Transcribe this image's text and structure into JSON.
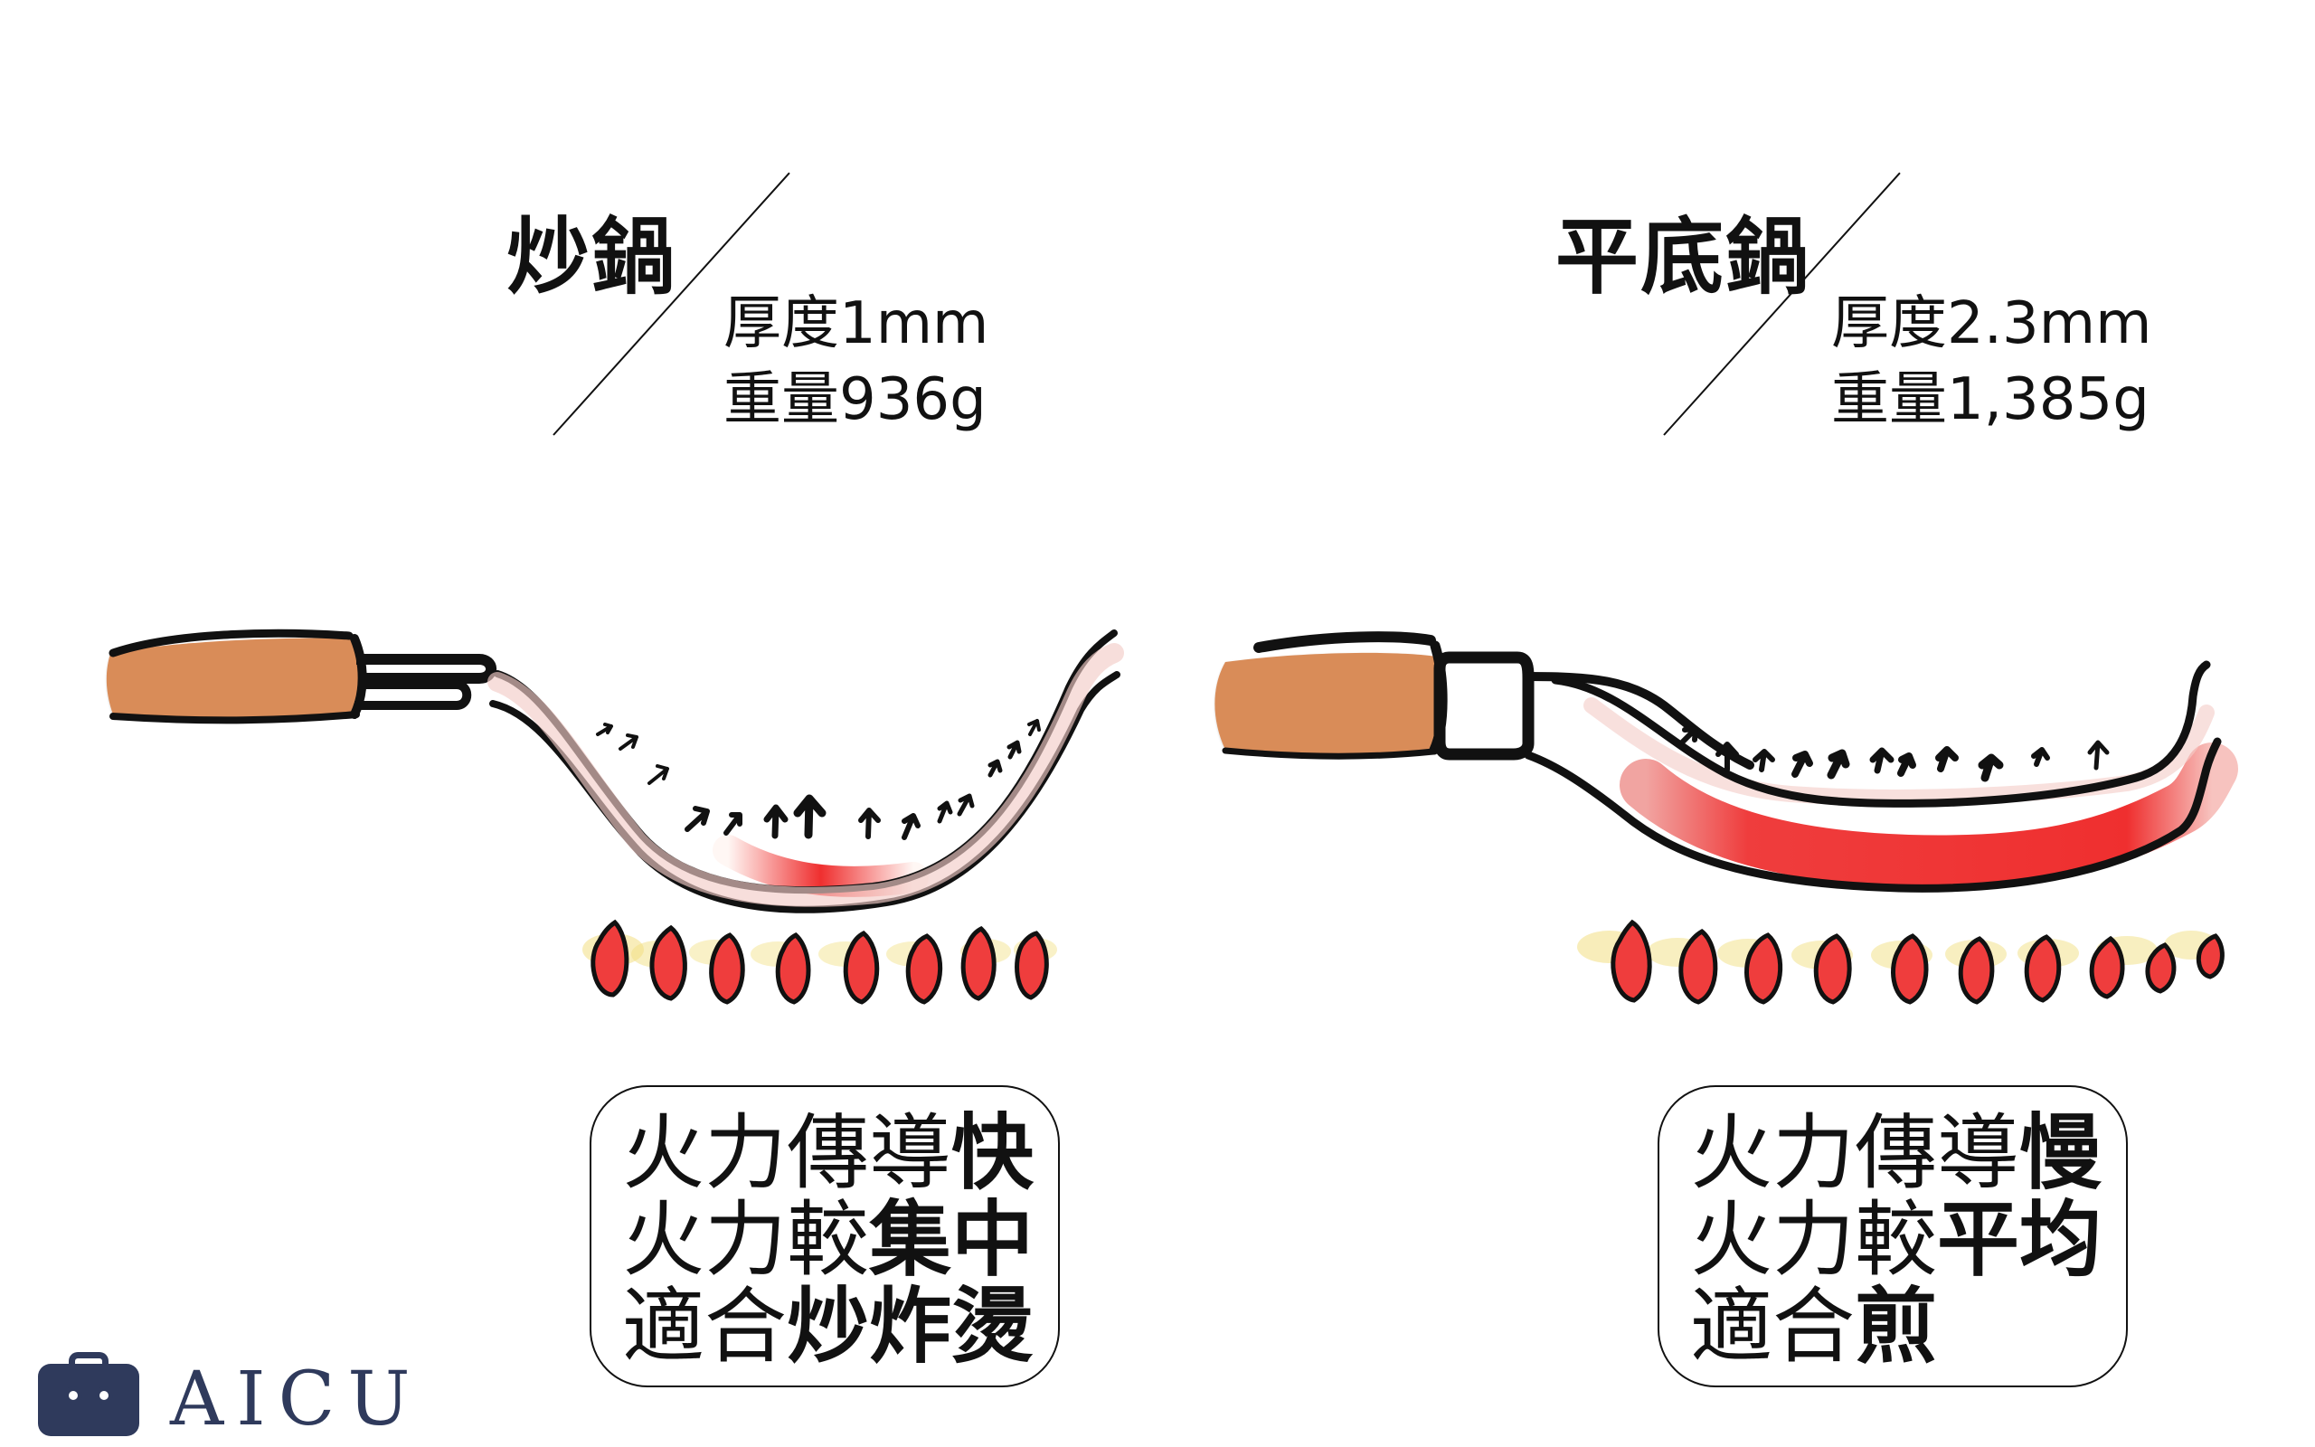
{
  "colors": {
    "ink": "#111111",
    "heat_red": "#ef2f2f",
    "handle_orange": "#d98c59",
    "flame_yellow": "#f2df82",
    "brand_navy": "#2f3a5c"
  },
  "left": {
    "title": "炒鍋",
    "spec_thickness": "厚度1mm",
    "spec_weight": "重量936g",
    "box": {
      "line1_plain": "火力傳導",
      "line1_strong": "快",
      "line2_plain": "火力較",
      "line2_strong": "集中",
      "line3_plain": "適合",
      "line3_strong": "炒炸燙"
    }
  },
  "right": {
    "title": "平底鍋",
    "spec_thickness": "厚度2.3mm",
    "spec_weight": "重量1,385g",
    "box": {
      "line1_plain": "火力傳導",
      "line1_strong": "慢",
      "line2_plain": "火力較",
      "line2_strong": "平均",
      "line3_plain": "適合",
      "line3_strong": "煎"
    }
  },
  "brand": {
    "name": "AICU",
    "icon": "robot-briefcase-icon"
  }
}
